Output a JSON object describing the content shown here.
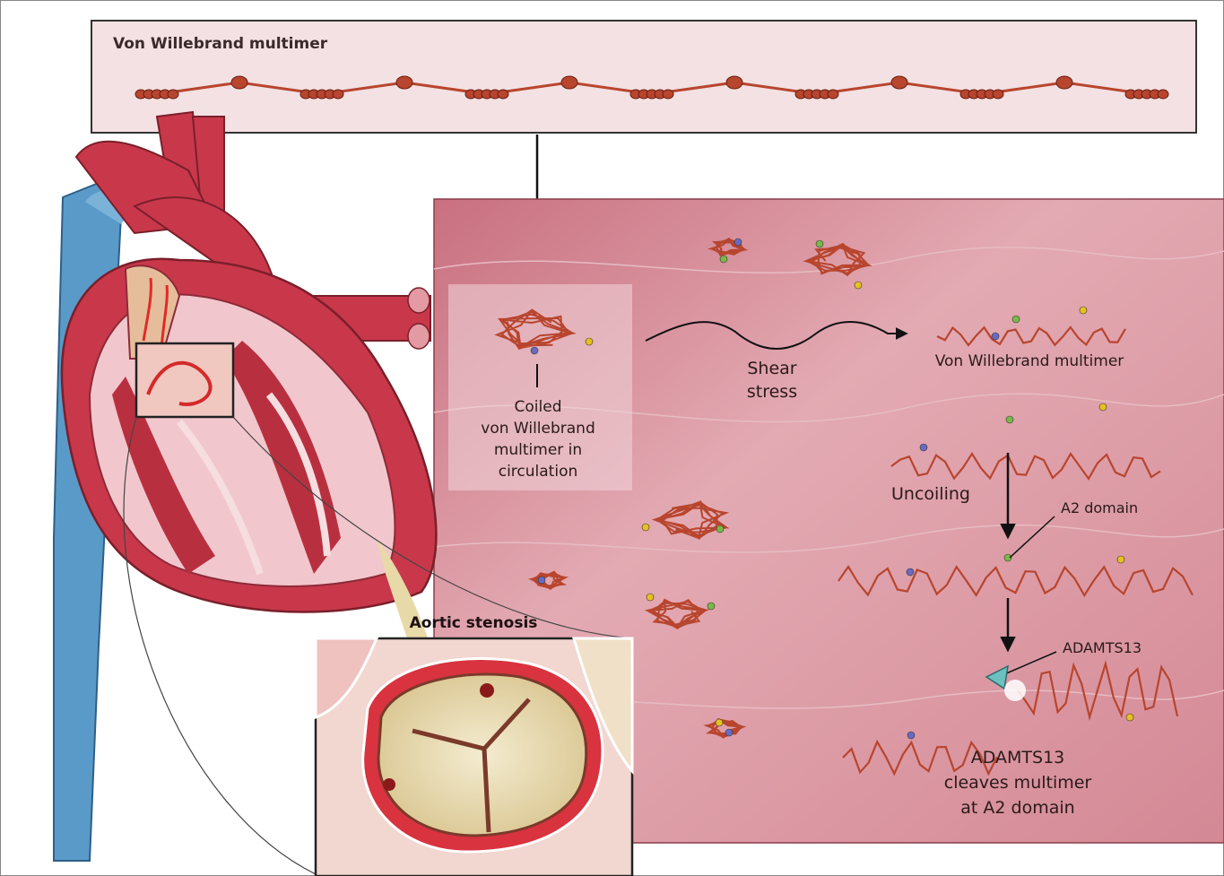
{
  "top_panel": {
    "title": "Von Willebrand multimer"
  },
  "labels": {
    "coiled": "Coiled von Willebrand multimer in circulation",
    "coiled_lines": [
      "Coiled",
      "von Willebrand",
      "multimer in",
      "circulation"
    ],
    "shear_lines": [
      "Shear",
      "stress"
    ],
    "vwm": "Von Willebrand multimer",
    "uncoiling": "Uncoiling",
    "a2_domain": "A2 domain",
    "adamts13": "ADAMTS13",
    "cleave_lines": [
      "ADAMTS13",
      "cleaves multimer",
      "at A2 domain"
    ],
    "aortic_stenosis": "Aortic stenosis"
  },
  "colors": {
    "panel_bg": "#f3e1e3",
    "field_bg": "#d98f9a",
    "chain": "#b8452e",
    "heart_red": "#c8384a",
    "vein_blue": "#5a9ac8",
    "valve_yellow": "#e8d9a8",
    "domain_blue": "#6a6ac0",
    "domain_green": "#7ab848",
    "domain_yellow": "#e8c020",
    "enzyme": "#6cc0c0"
  },
  "icons": {
    "enzyme": "triangle-enzyme-icon",
    "arrows": "arrow-down-icon"
  }
}
